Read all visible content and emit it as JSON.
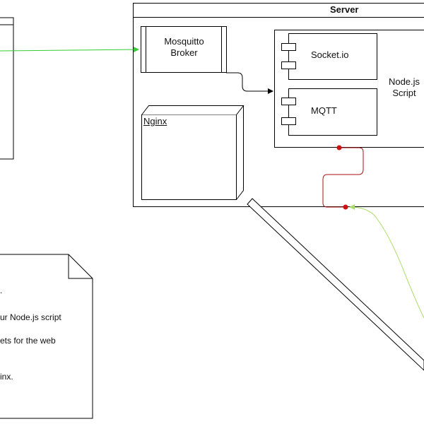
{
  "diagram": {
    "server_label": "Server",
    "broker_label_line1": "Mosquitto",
    "broker_label_line2": "Broker",
    "nodejs_label_line1": "Node.js",
    "nodejs_label_line2": "Script",
    "socketio_label": "Socket.io",
    "mqtt_label": "MQTT",
    "nginx_label": "Nginx",
    "note_lines": [
      ".",
      "ur Node.js script",
      "ets for the web",
      "inx."
    ],
    "colors": {
      "green_connector": "#33cc33",
      "light_green_connector": "#aadd66",
      "red_connector": "#aa1111",
      "red_dot": "#cc1111",
      "outline": "#000000"
    }
  }
}
